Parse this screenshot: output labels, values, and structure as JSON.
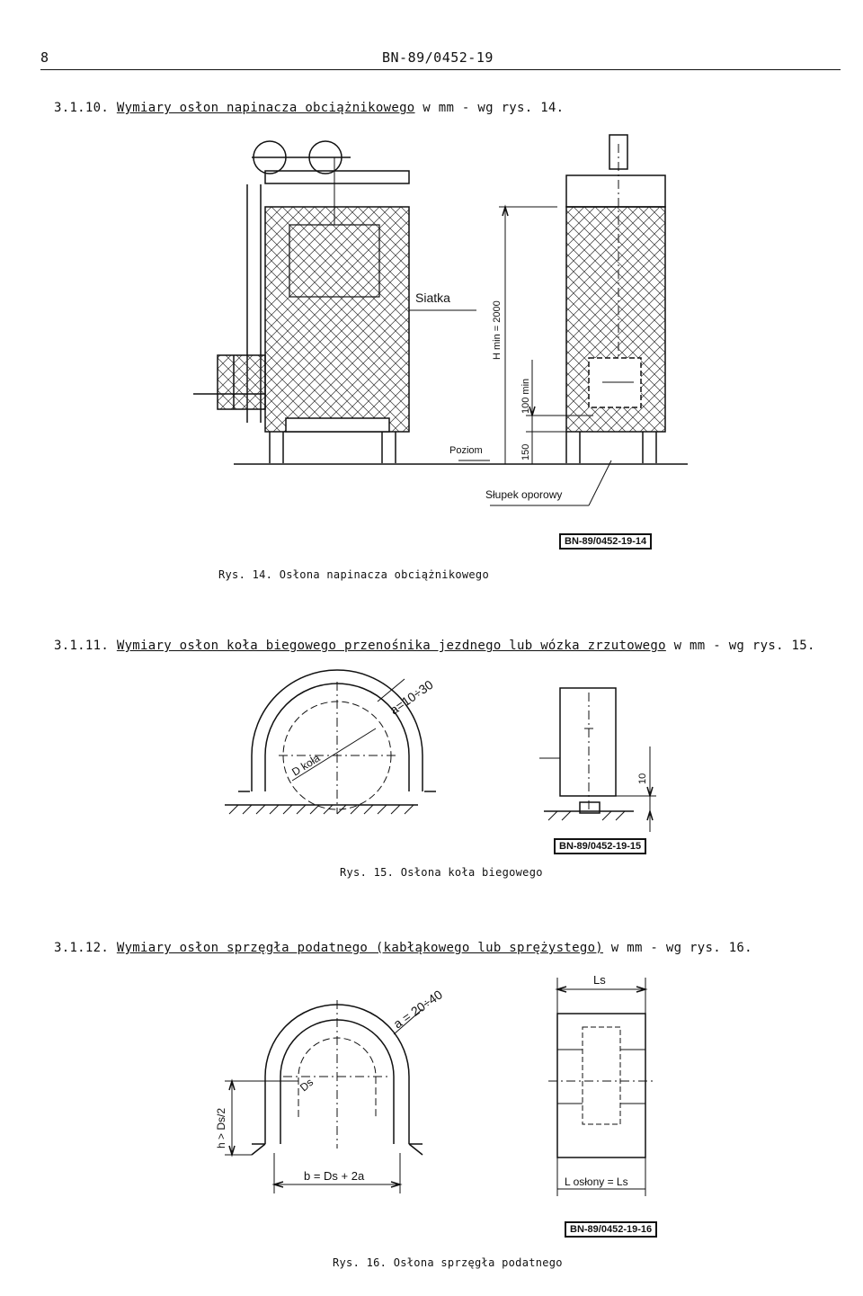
{
  "header": {
    "page_number": "8",
    "doc_code": "BN-89/0452-19"
  },
  "section_1": {
    "number": "3.1.10.",
    "title": "Wymiary osłon napinacza obciążnikowego",
    "suffix": "w mm - wg rys. 14.",
    "labels": {
      "mesh": "Siatka",
      "level": "Poziom",
      "post": "Słupek oporowy",
      "h_min": "H min = 2000",
      "min100": "100 min",
      "dim150": "150"
    },
    "ref": "BN-89/0452-19-14",
    "caption": "Rys. 14. Osłona napinacza obciążnikowego"
  },
  "section_2": {
    "number": "3.1.11.",
    "title": "Wymiary osłon koła biegowego przenośnika jezdnego lub wózka zrzutowego",
    "suffix": "w mm - wg rys. 15.",
    "labels": {
      "gap": "a=10÷30",
      "diameter": "D koła",
      "dim10": "10"
    },
    "ref": "BN-89/0452-19-15",
    "caption": "Rys. 15. Osłona koła biegowego"
  },
  "section_3": {
    "number": "3.1.12.",
    "title": "Wymiary osłon sprzęgła podatnego (kabłąkowego lub sprężystego)",
    "suffix": "w mm - wg rys. 16.",
    "labels": {
      "gap": "a = 20÷40",
      "ds": "Ds",
      "height": "h > Ds/2",
      "width": "b = Ds + 2a",
      "ls_top": "Ls",
      "ls_bottom": "L osłony = Ls"
    },
    "ref": "BN-89/0452-19-16",
    "caption": "Rys. 16. Osłona sprzęgła podatnego"
  }
}
